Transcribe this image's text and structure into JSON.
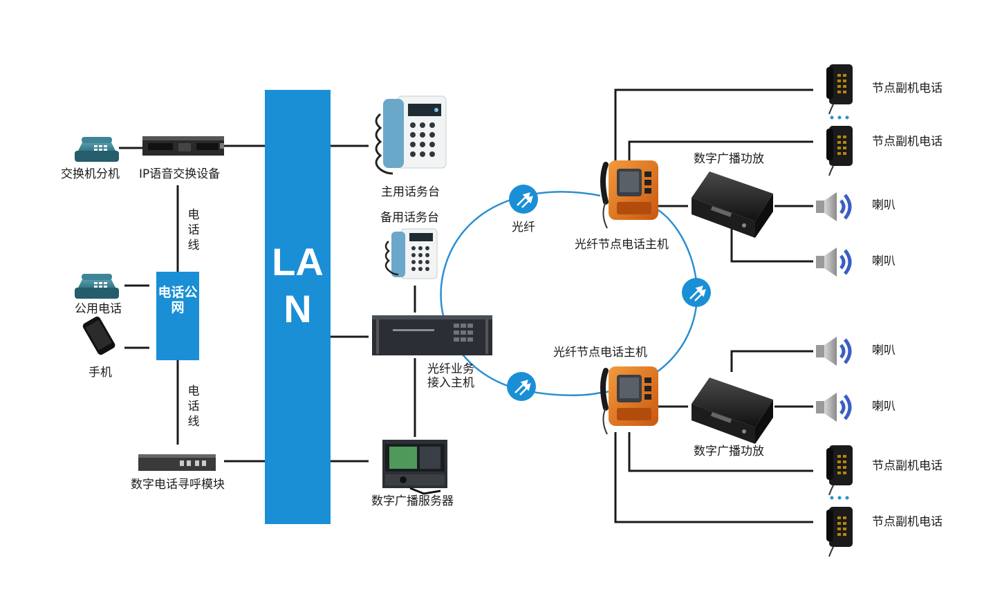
{
  "colors": {
    "lan_blue": "#1a8fd6",
    "ring_blue": "#2a90d0",
    "line_dark": "#1a1a1a",
    "speaker_wave": "#3a5ec4",
    "orange": "#e8791c"
  },
  "lan": {
    "label": "LAN"
  },
  "pstn": {
    "label": "电话公网"
  },
  "left": {
    "ext_phone": "交换机分机",
    "ip_gateway": "IP语音交换设备",
    "phone_line_top": "电话线",
    "public_phone": "公用电话",
    "mobile": "手机",
    "phone_line_bottom": "电话线",
    "paging_module": "数字电话寻呼模块"
  },
  "middle": {
    "main_console": "主用话务台",
    "backup_console": "备用话务台",
    "fiber_access": "光纤业务\n接入主机",
    "broadcast_server": "数字广播服务器"
  },
  "ring": {
    "fiber_label": "光纤",
    "node_host_top": "光纤节点电话主机",
    "node_host_bottom": "光纤节点电话主机"
  },
  "right": {
    "node_ext_1": "节点副机电话",
    "node_ext_2": "节点副机电话",
    "amp_top": "数字广播功放",
    "speaker_1": "喇叭",
    "speaker_2": "喇叭",
    "speaker_3": "喇叭",
    "speaker_4": "喇叭",
    "amp_bottom": "数字广播功放",
    "node_ext_3": "节点副机电话",
    "node_ext_4": "节点副机电话"
  },
  "icons": {
    "desk_phone": "desk-phone-icon",
    "rack_device": "rack-device-icon",
    "smartphone": "smartphone-icon",
    "console_phone": "console-phone-icon",
    "fiber_switch": "fiber-access-host-icon",
    "server": "broadcast-server-icon",
    "fiber_node": "fiber-arrow-icon",
    "explosion_proof_phone": "explosion-proof-phone-icon",
    "amplifier": "amplifier-icon",
    "speaker": "speaker-icon",
    "handset": "black-handset-phone-icon"
  }
}
